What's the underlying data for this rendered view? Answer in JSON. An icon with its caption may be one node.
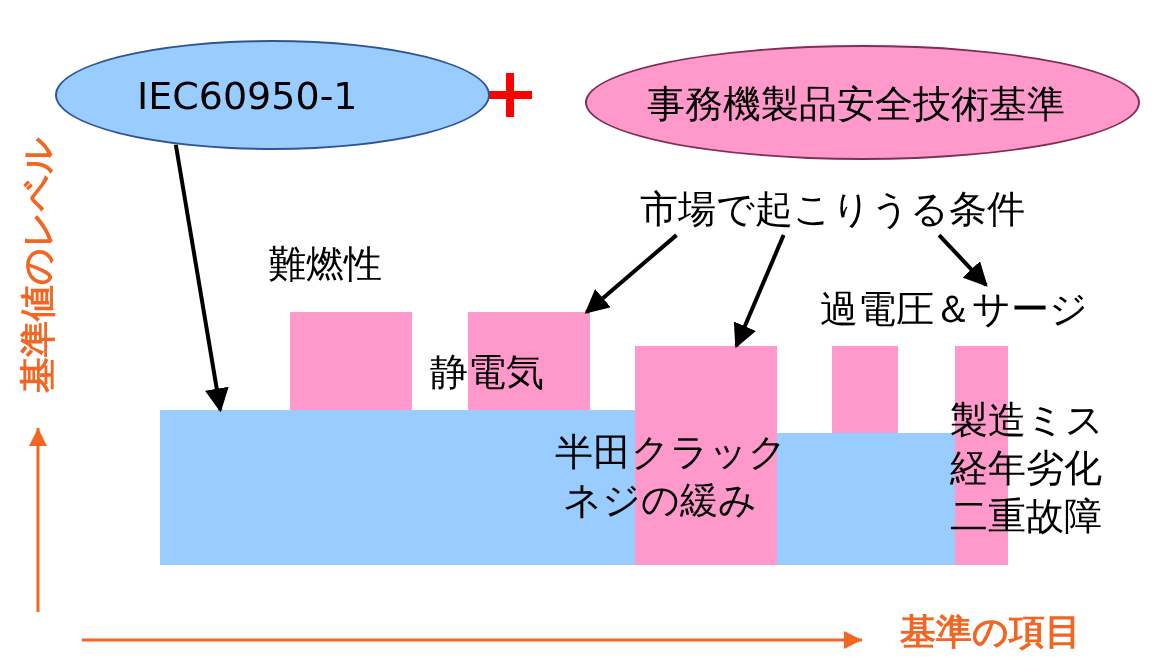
{
  "diagram": {
    "nodes": [
      {
        "text": [
          "IEC60950-1"
        ]
      },
      {
        "text": [
          "事務機製品安全技術基準"
        ]
      },
      {
        "text": [
          "市場で起こりうる条件"
        ]
      },
      {
        "text": [],
        "shape": "bar"
      },
      {
        "text": [],
        "shape": "bar",
        "beside": [
          "難燃性"
        ]
      },
      {
        "text": [
          "静電気"
        ]
      },
      {
        "text": [
          "半田クラック",
          "ネジの緩み"
        ]
      },
      {
        "text": [],
        "shape": "bar"
      },
      {
        "text": [],
        "shape": "bar"
      },
      {
        "text": [
          "製造ミス",
          "経年劣化",
          "二重故障"
        ]
      },
      {
        "text": [
          "過電圧＆サージ"
        ]
      }
    ],
    "edges": [
      {
        "from": 0,
        "to": 3,
        "arrow": "to"
      },
      {
        "from": 2,
        "to": 5,
        "arrow": "to"
      },
      {
        "from": 2,
        "to": 6,
        "arrow": "to"
      },
      {
        "from": 2,
        "to": 10,
        "arrow": "to"
      }
    ],
    "labels": [
      "基準値のレベル",
      "基準の項目"
    ]
  }
}
